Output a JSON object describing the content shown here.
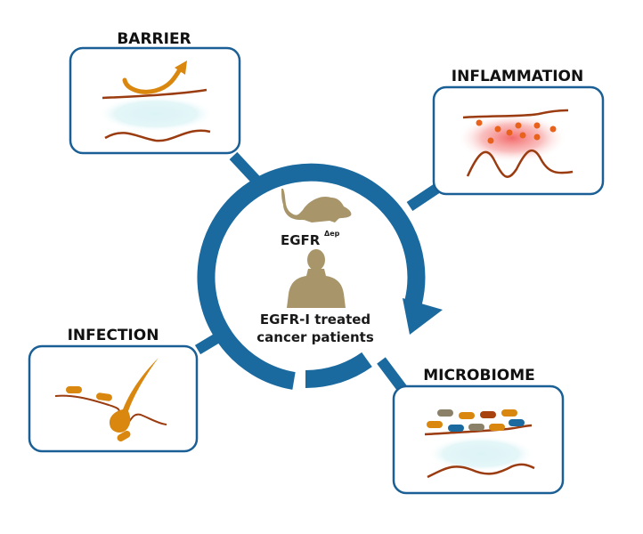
{
  "title": "EGFR skin phenotype diagram",
  "panels": {
    "barrier": {
      "label": "BARRIER"
    },
    "inflammation": {
      "label": "INFLAMMATION"
    },
    "infection": {
      "label": "INFECTION"
    },
    "microbiome": {
      "label": "MICROBIOME"
    }
  },
  "center": {
    "mouse_label": "EGFR",
    "mouse_superscript": "Δep",
    "human_label_line1": "EGFR-I treated",
    "human_label_line2": "cancer patients"
  },
  "colors": {
    "ring": "#1a6aa0",
    "box_border": "#1a5f95",
    "skin_line": "#9a3b10",
    "orange": "#d9870f",
    "silhouette": "#a8966a",
    "dermis_fill": "#dff4f7",
    "inflam_red": "#f06060",
    "inflam_dot": "#e8621c"
  },
  "microbes": [
    "gray",
    "orange",
    "rust",
    "orange",
    "orange",
    "blue",
    "gray",
    "orange",
    "blue"
  ]
}
